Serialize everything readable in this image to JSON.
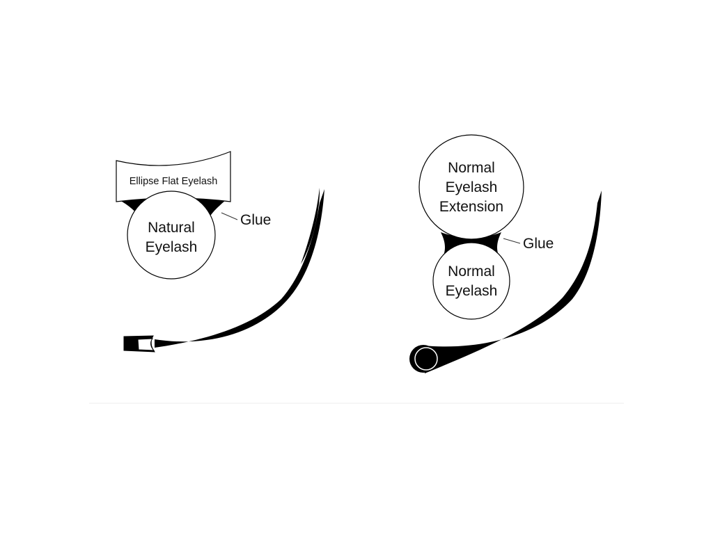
{
  "left": {
    "extension_label": "Ellipse Flat Eyelash",
    "natural_line1": "Natural",
    "natural_line2": "Eyelash",
    "glue_label": "Glue"
  },
  "right": {
    "extension_line1": "Normal",
    "extension_line2": "Eyelash",
    "extension_line3": "Extension",
    "natural_line1": "Normal",
    "natural_line2": "Eyelash",
    "glue_label": "Glue"
  },
  "colors": {
    "ink": "#000000",
    "paper": "#ffffff",
    "baseline": "#eeeeee"
  }
}
